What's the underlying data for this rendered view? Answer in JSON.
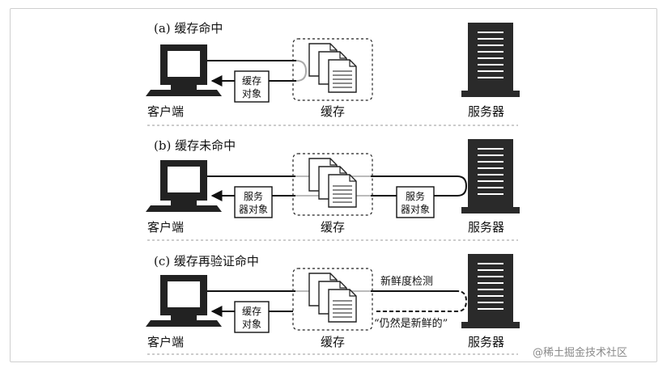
{
  "panels": [
    {
      "title": "(a) 缓存命中",
      "client_label": "客户端",
      "cache_label": "缓存",
      "server_label": "服务器",
      "object_box": [
        "缓存",
        "对象"
      ]
    },
    {
      "title": "(b) 缓存未命中",
      "client_label": "客户端",
      "cache_label": "缓存",
      "server_label": "服务器",
      "object_box_left": [
        "服务",
        "器对象"
      ],
      "object_box_right": [
        "服务",
        "器对象"
      ]
    },
    {
      "title": "(c) 缓存再验证命中",
      "client_label": "客户端",
      "cache_label": "缓存",
      "server_label": "服务器",
      "object_box": [
        "缓存",
        "对象"
      ],
      "freshness_check": "新鲜度检测",
      "still_fresh": "“仍然是新鲜的”"
    }
  ],
  "watermark": "@稀土掘金技术社区"
}
